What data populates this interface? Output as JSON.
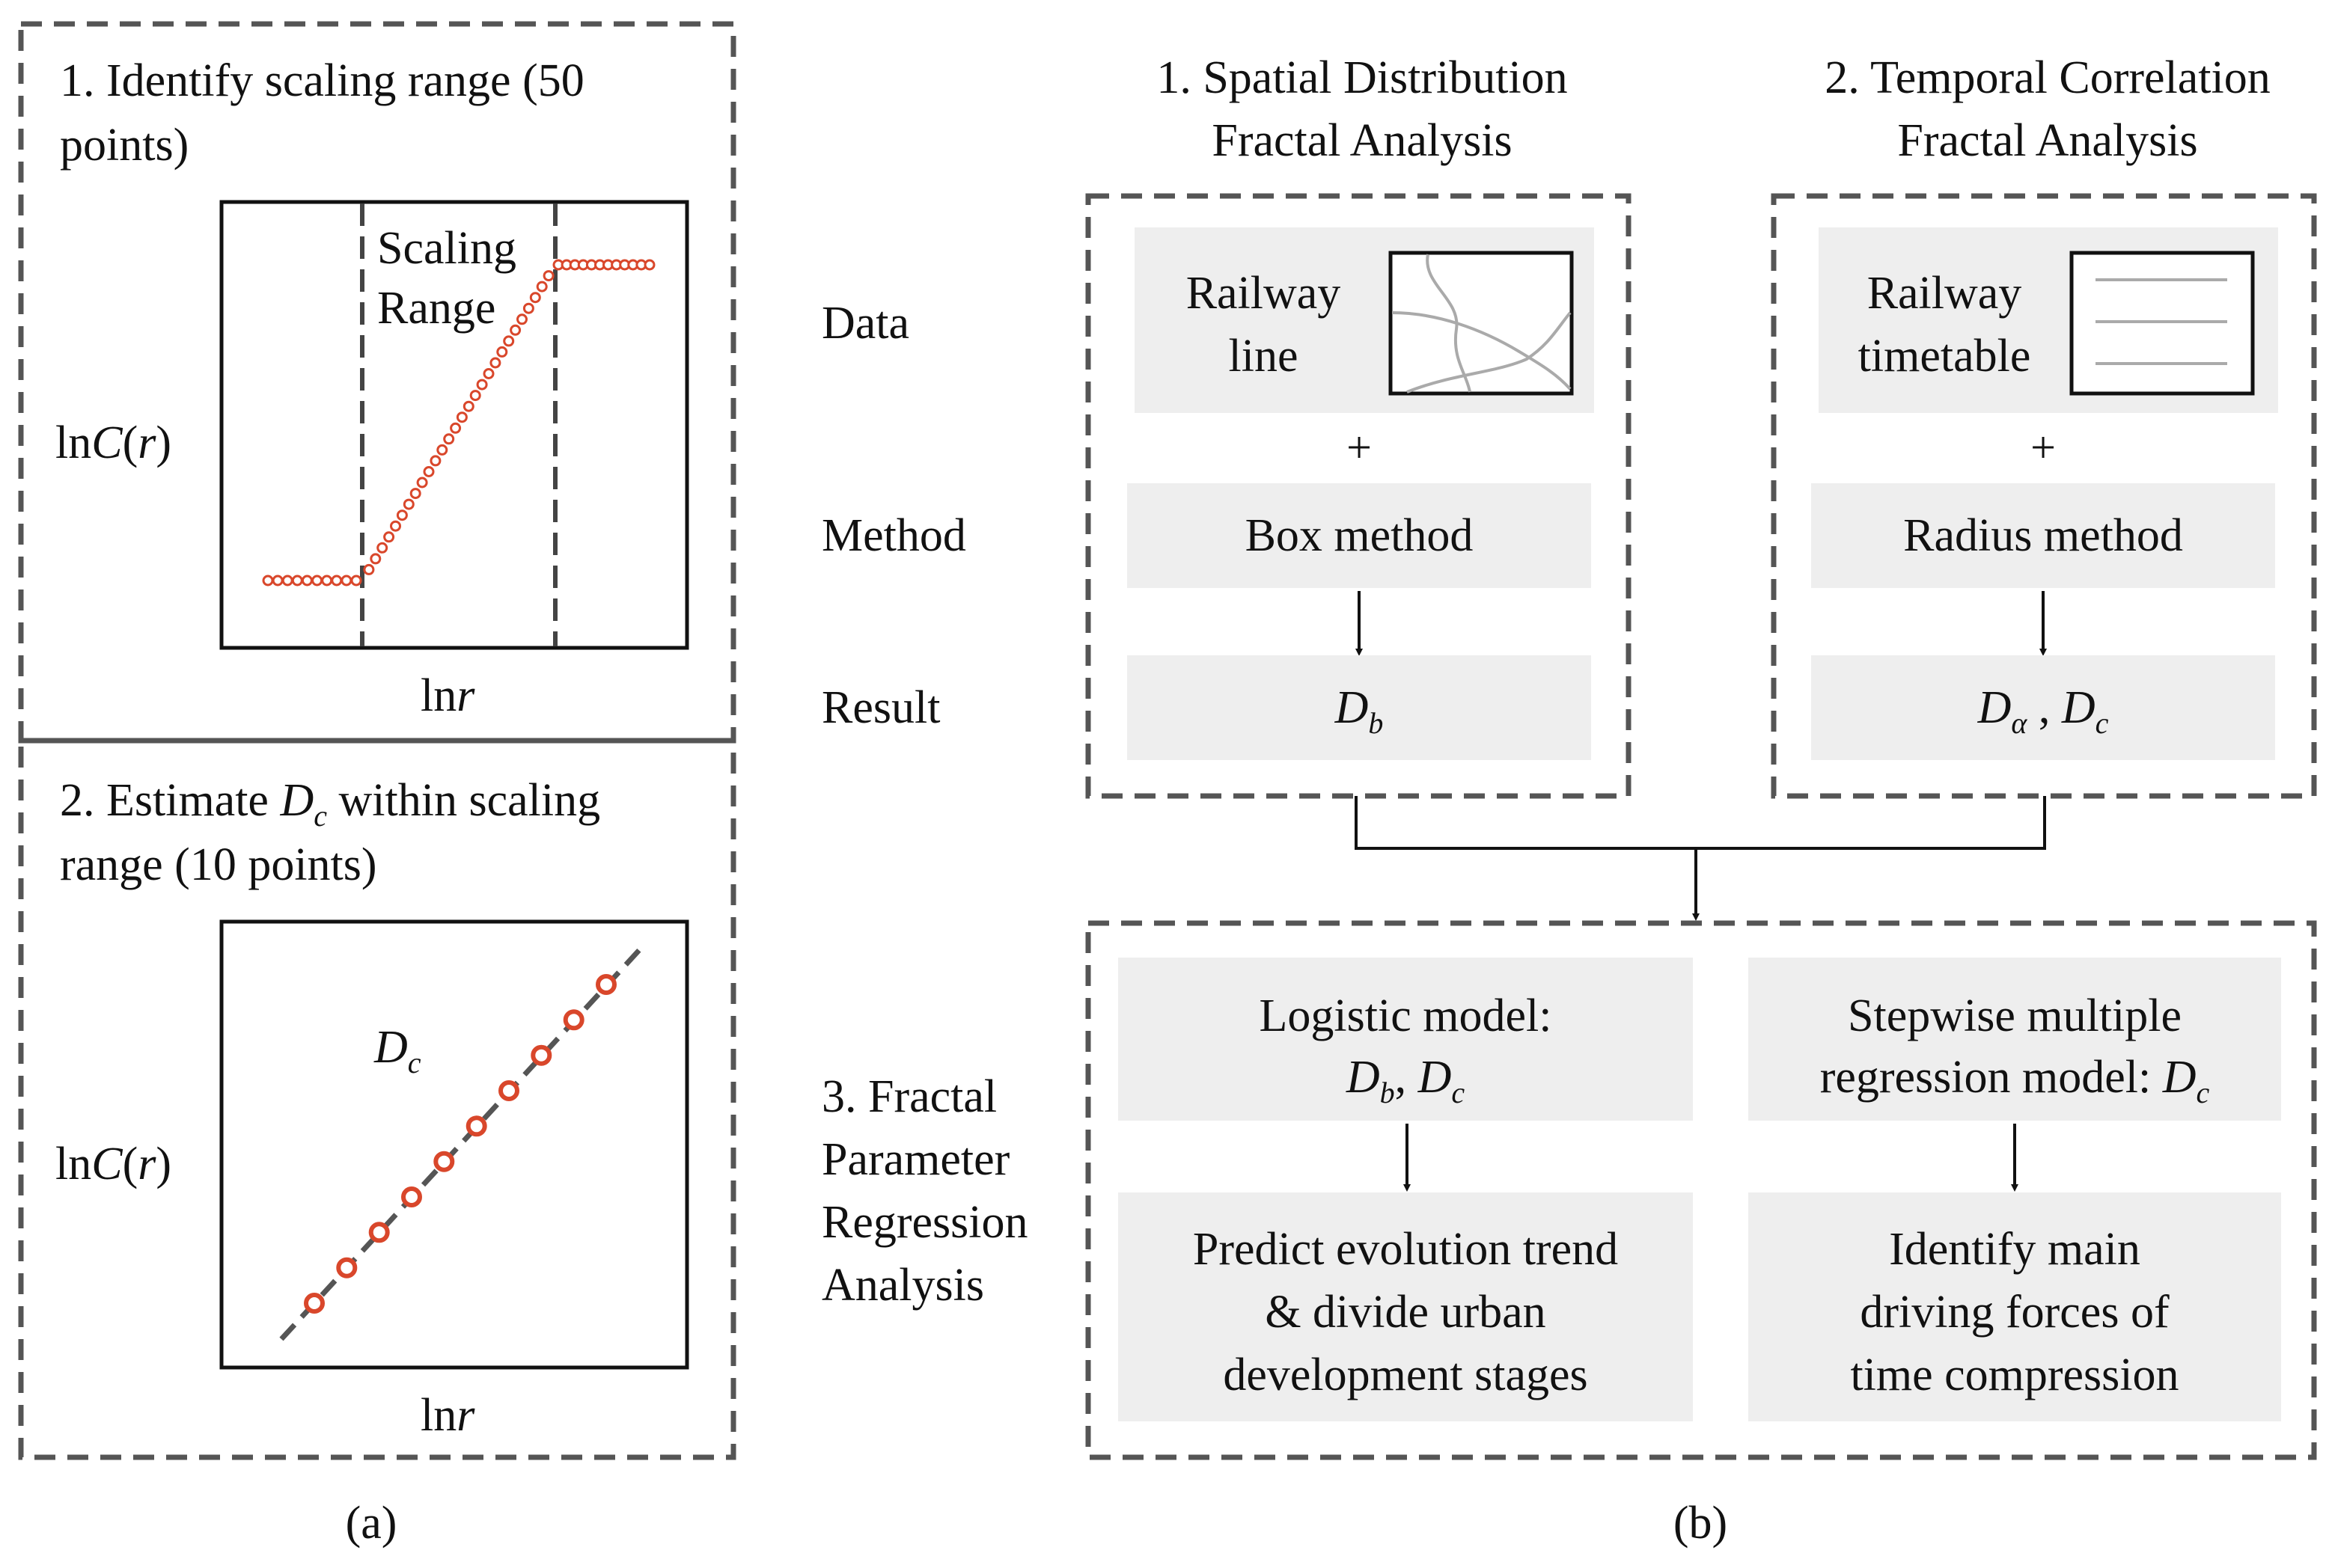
{
  "panel_a": {
    "step1_title_line1": "1. Identify scaling range (50",
    "step1_title_line2": "points)",
    "step1_ylabel_pre": "ln",
    "step1_ylabel_var": "C",
    "step1_ylabel_post_open": "(",
    "step1_ylabel_arg": "r",
    "step1_ylabel_post_close": ")",
    "step1_xlabel_pre": "ln",
    "step1_xlabel_var": "r",
    "scaling_label_line1": "Scaling",
    "scaling_label_line2": "Range",
    "step2_title_pre": "2. Estimate ",
    "step2_title_var": "D",
    "step2_title_sub": "c",
    "step2_title_post": " within scaling",
    "step2_title_line2": "range (10 points)",
    "step2_ylabel_pre": "ln",
    "step2_ylabel_var": "C",
    "step2_ylabel_open": "(",
    "step2_ylabel_arg": "r",
    "step2_ylabel_close": ")",
    "step2_xlabel_pre": "ln",
    "step2_xlabel_var": "r",
    "dc_label_var": "D",
    "dc_label_sub": "c",
    "caption": "(a)",
    "marker_color": "#d9472b"
  },
  "chart_data": [
    {
      "type": "scatter",
      "title": "",
      "note": "50 points: flat, rising linearly within scaling range, flat",
      "segments": [
        "flat-low",
        "scaling-range",
        "flat-high"
      ],
      "points_per_segment": [
        10,
        28,
        12
      ]
    },
    {
      "type": "scatter",
      "title": "",
      "note": "10 points along a dashed fitted line",
      "n_points": 10
    }
  ],
  "panel_b": {
    "row_labels": {
      "data": "Data",
      "method": "Method",
      "result": "Result",
      "regression_line1": "3. Fractal",
      "regression_line2": "Parameter",
      "regression_line3": "Regression",
      "regression_line4": "Analysis"
    },
    "col1": {
      "title_line1": "1. Spatial Distribution",
      "title_line2": "Fractal Analysis",
      "data_line1": "Railway",
      "data_line2": "line",
      "plus": "+",
      "method": "Box method",
      "result_var": "D",
      "result_sub": "b"
    },
    "col2": {
      "title_line1": "2. Temporal Correlation",
      "title_line2": "Fractal Analysis",
      "data_line1": "Railway",
      "data_line2": "timetable",
      "plus": "+",
      "method": "Radius method",
      "result_var1": "D",
      "result_sub1": "α",
      "result_sep": " , ",
      "result_var2": "D",
      "result_sub2": "c"
    },
    "regression": {
      "left_line1": "Logistic model:",
      "left_var1": "D",
      "left_sub1": "b",
      "left_sep": ", ",
      "left_var2": "D",
      "left_sub2": "c",
      "right_line1": "Stepwise multiple",
      "right_line2_pre": "regression model: ",
      "right_var": "D",
      "right_sub": "c",
      "left_out_line1": "Predict evolution trend",
      "left_out_line2": "& divide urban",
      "left_out_line3": "development stages",
      "right_out_line1": "Identify main",
      "right_out_line2": "driving forces of",
      "right_out_line3": "time compression"
    },
    "caption": "(b)",
    "box_fill": "#eeeeee",
    "dash_color": "#555555"
  }
}
